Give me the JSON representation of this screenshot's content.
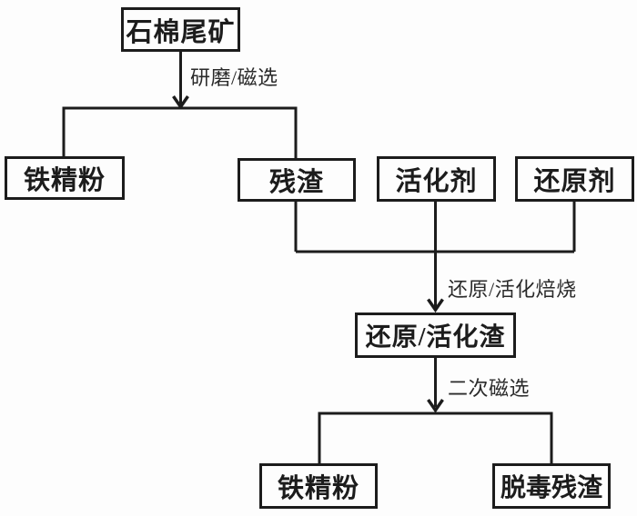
{
  "diagram": {
    "description": "Asbestos tailings treatment process flowchart",
    "colors": {
      "line": "#1c1c1c",
      "background": "#fdfdfd",
      "box_border": "#1c1c1c",
      "text": "#1c1c1c"
    },
    "nodes": {
      "asbestos_tailings": "石棉尾矿",
      "iron_concentrate_1": "铁精粉",
      "residue": "残渣",
      "activator": "活化剂",
      "reducing_agent": "还原剂",
      "reduction_activation_slag": "还原/活化渣",
      "iron_concentrate_2": "铁精粉",
      "detoxified_residue": "脱毒残渣"
    },
    "edge_labels": {
      "grinding_magnetic_separation": "研磨/磁选",
      "reduction_activation_roasting": "还原/活化焙烧",
      "secondary_magnetic_separation": "二次磁选"
    }
  }
}
